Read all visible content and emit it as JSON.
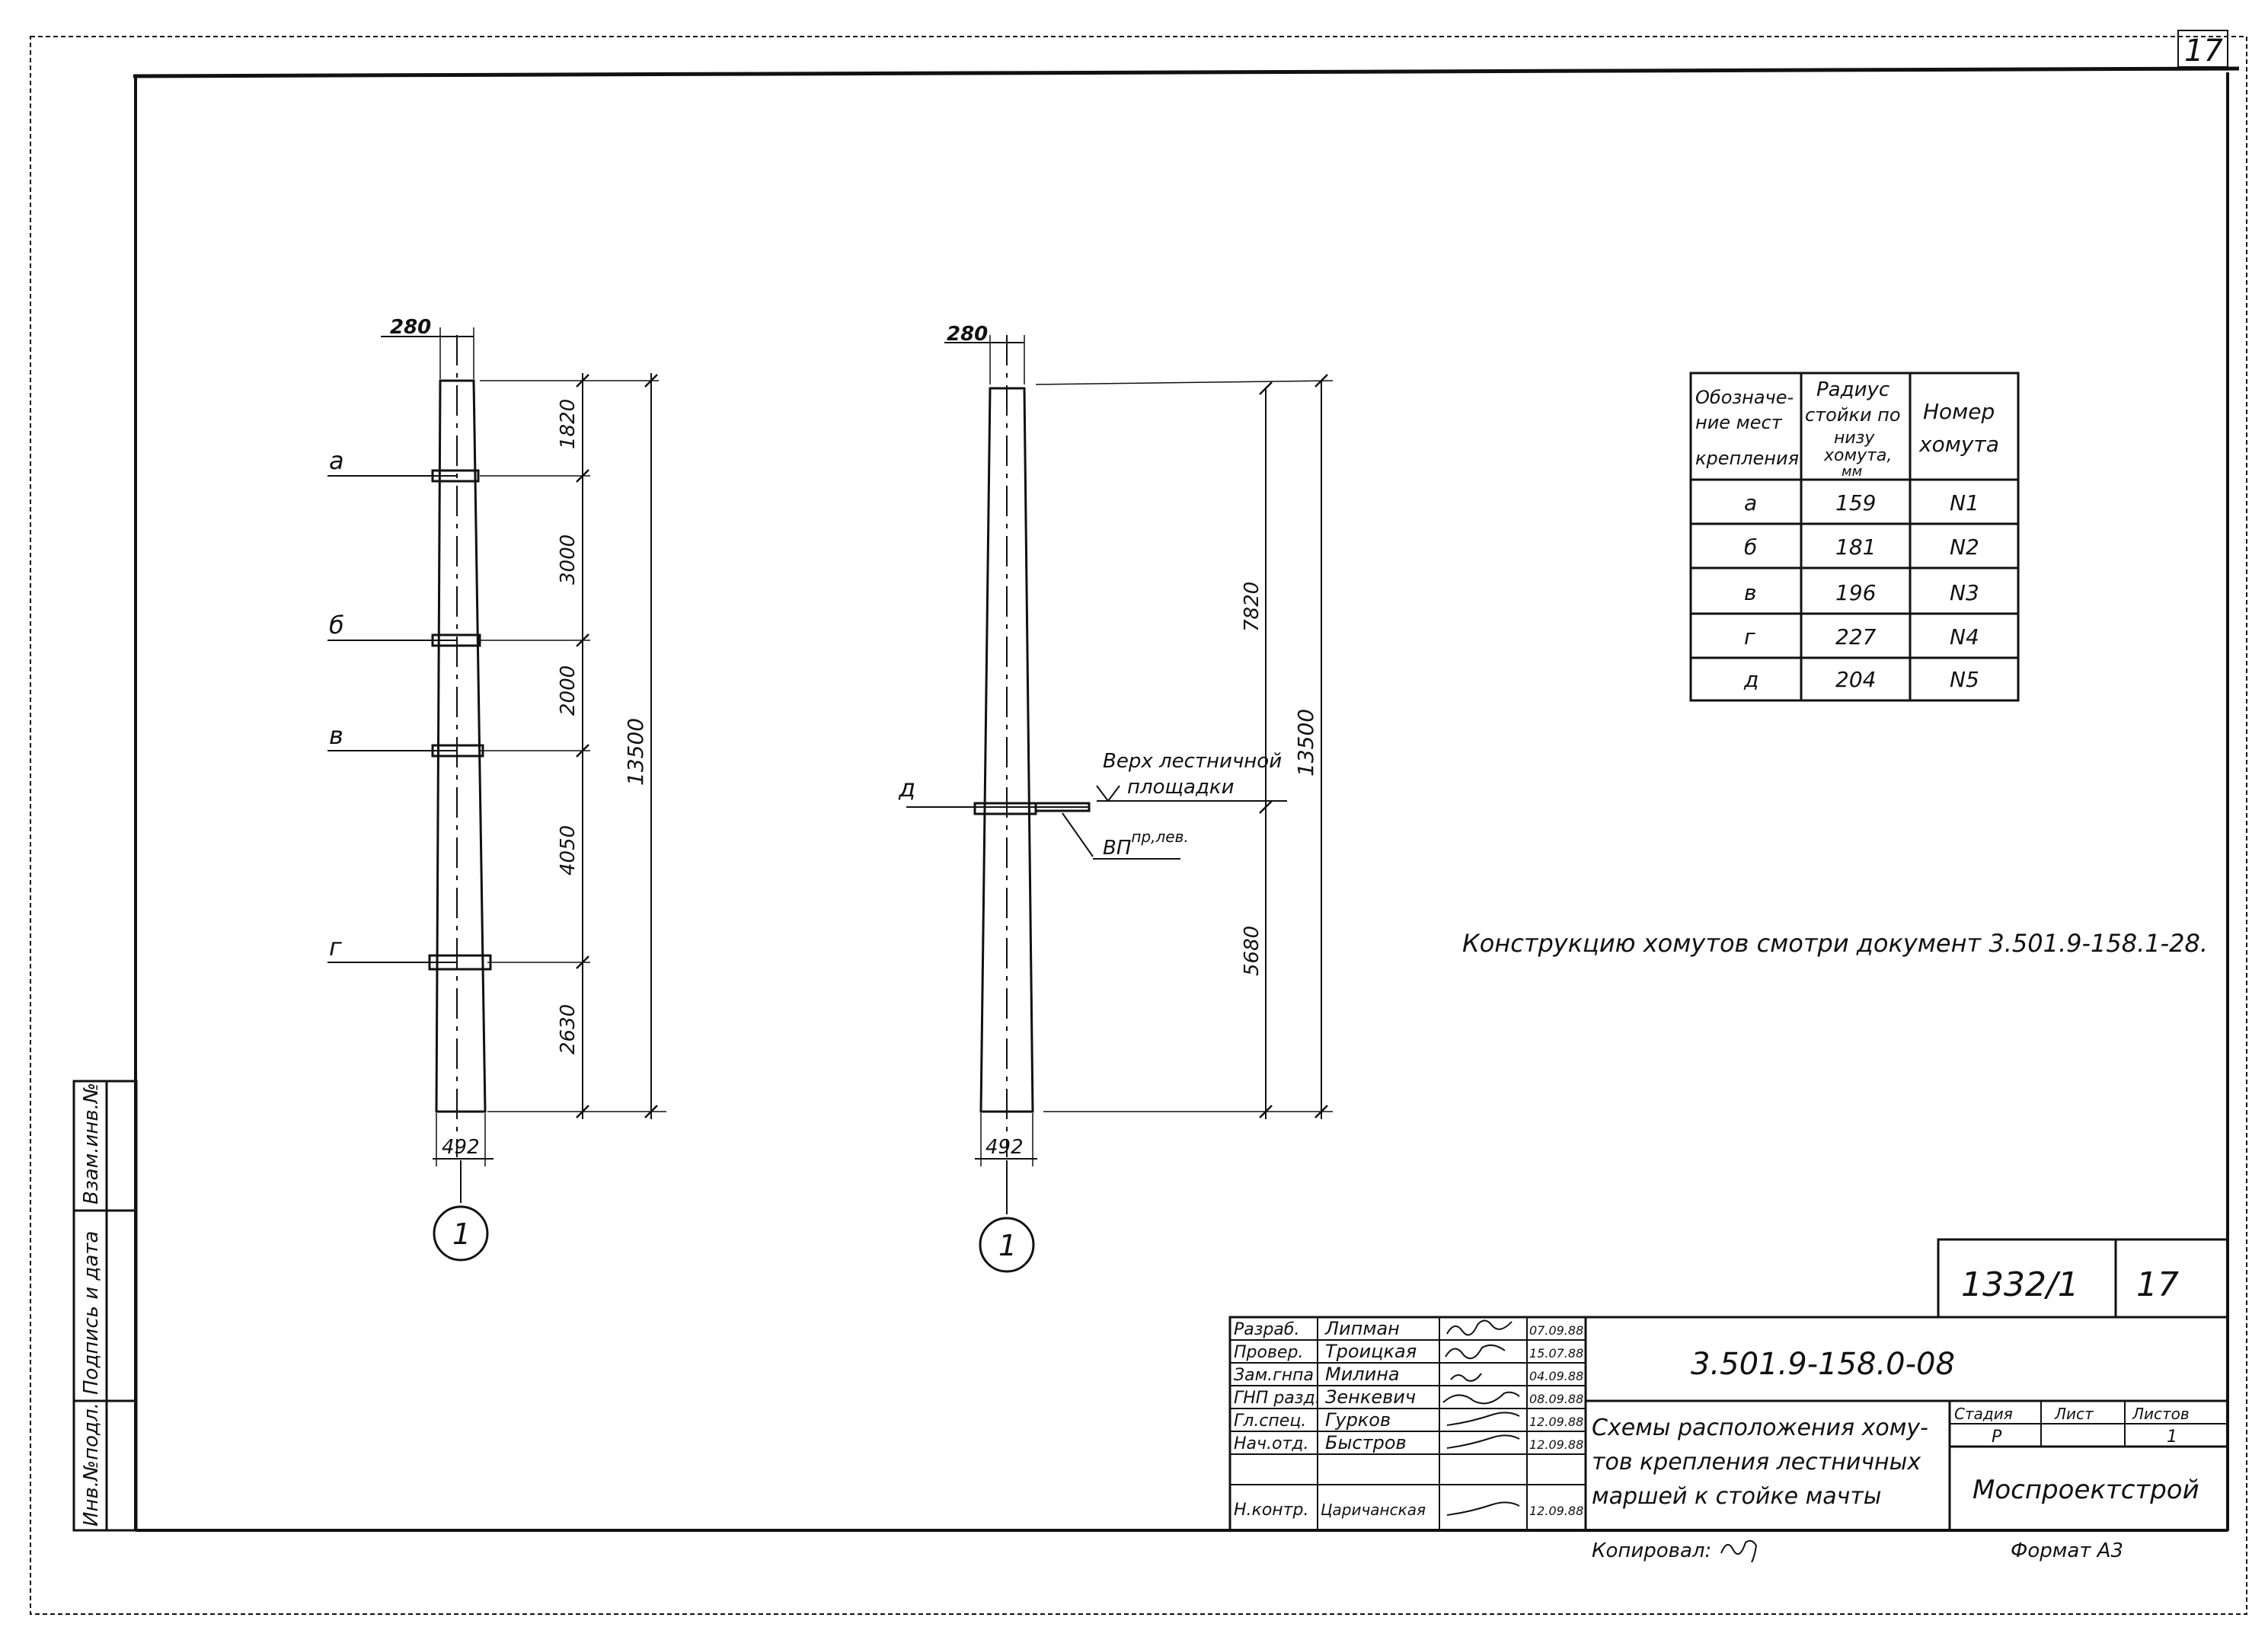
{
  "corner_sheet": "17",
  "left_column": {
    "one": {
      "label_left": "Взам.инв.№",
      "label_right": "Подпись и дата",
      "label_last": "Инв.№подл."
    }
  },
  "elevation_left": {
    "top_width": "280",
    "bottom_width": "492",
    "points": [
      "а",
      "б",
      "в",
      "г"
    ],
    "segments": [
      "1820",
      "3000",
      "2000",
      "4050",
      "2630"
    ],
    "total": "13500",
    "mark": "1"
  },
  "elevation_right": {
    "top_width": "280",
    "bottom_width": "492",
    "point": "д",
    "landing_label_1": "Верх лестничной",
    "landing_label_2": "площадки",
    "part_mark": "ВП",
    "part_superscript": "пр,лев.",
    "segments": [
      "7820",
      "5680"
    ],
    "total": "13500",
    "mark": "1"
  },
  "clamp_table": {
    "headers": [
      [
        "Обозначе-",
        "ние мест",
        "крепления"
      ],
      [
        "Радиус",
        "стойки по",
        "низу",
        "хомута,",
        "мм"
      ],
      [
        "Номер",
        "хомута"
      ]
    ],
    "rows": [
      [
        "а",
        "159",
        "N1"
      ],
      [
        "б",
        "181",
        "N2"
      ],
      [
        "в",
        "196",
        "N3"
      ],
      [
        "г",
        "227",
        "N4"
      ],
      [
        "д",
        "204",
        "N5"
      ]
    ]
  },
  "note": "Конструкцию хомутов смотри документ 3.501.9-158.1-28.",
  "title_block": {
    "album": "1332/1",
    "sheet_no": "17",
    "code": "3.501.9-158.0-08",
    "roles": [
      {
        "role": "Разраб.",
        "name": "Липман",
        "date": "07.09.88"
      },
      {
        "role": "Провер.",
        "name": "Троицкая",
        "date": "15.07.88"
      },
      {
        "role": "Зам.гнпа",
        "name": "Милина",
        "date": "04.09.88"
      },
      {
        "role": "ГНП разд.",
        "name": "Зенкевич",
        "date": "08.09.88"
      },
      {
        "role": "Гл.спец.",
        "name": "Гурков",
        "date": "12.09.88"
      },
      {
        "role": "Нач.отд.",
        "name": "Быстров",
        "date": "12.09.88"
      },
      {
        "role": "",
        "name": "",
        "date": ""
      },
      {
        "role": "Н.контр.",
        "name": "Царичанская",
        "date": "12.09.88"
      }
    ],
    "title_lines": [
      "Схемы расположения хому-",
      "тов крепления лестничных",
      "маршей к стойке мачты"
    ],
    "stage_header": "Стадия",
    "sheet_header": "Лист",
    "sheets_header": "Листов",
    "stage": "Р",
    "sheets": "1",
    "org": "Моспроектстрой",
    "copied": "Копировал:",
    "format": "Формат А3"
  },
  "colors": {
    "ink": "#111111",
    "paper": "#ffffff"
  }
}
